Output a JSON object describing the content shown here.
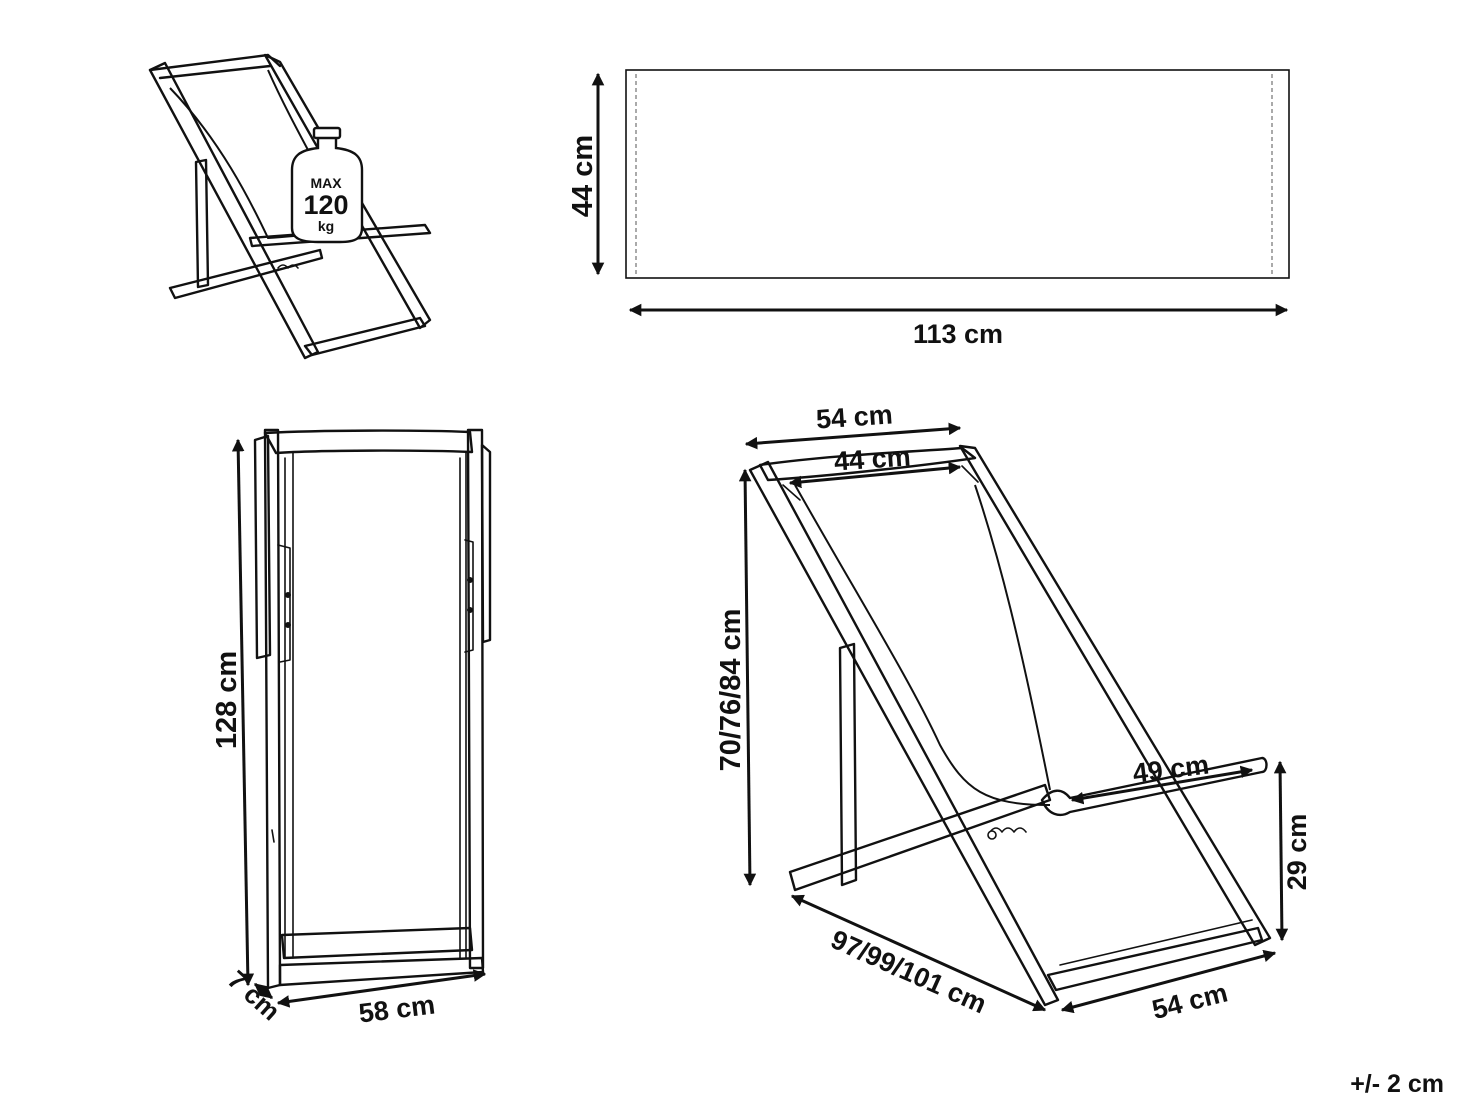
{
  "weight_badge": {
    "max": "MAX",
    "value": "120",
    "unit": "kg"
  },
  "fabric": {
    "height": "44 cm",
    "width": "113 cm"
  },
  "folded": {
    "height": "128 cm",
    "width": "58 cm",
    "depth": "7 cm"
  },
  "chair": {
    "top_width": "54 cm",
    "inner_width": "44 cm",
    "height": "70/76/84 cm",
    "armrest": "49 cm",
    "arm_height": "29 cm",
    "depth": "97/99/101 cm",
    "base_width": "54 cm"
  },
  "tolerance": "+/- 2 cm"
}
